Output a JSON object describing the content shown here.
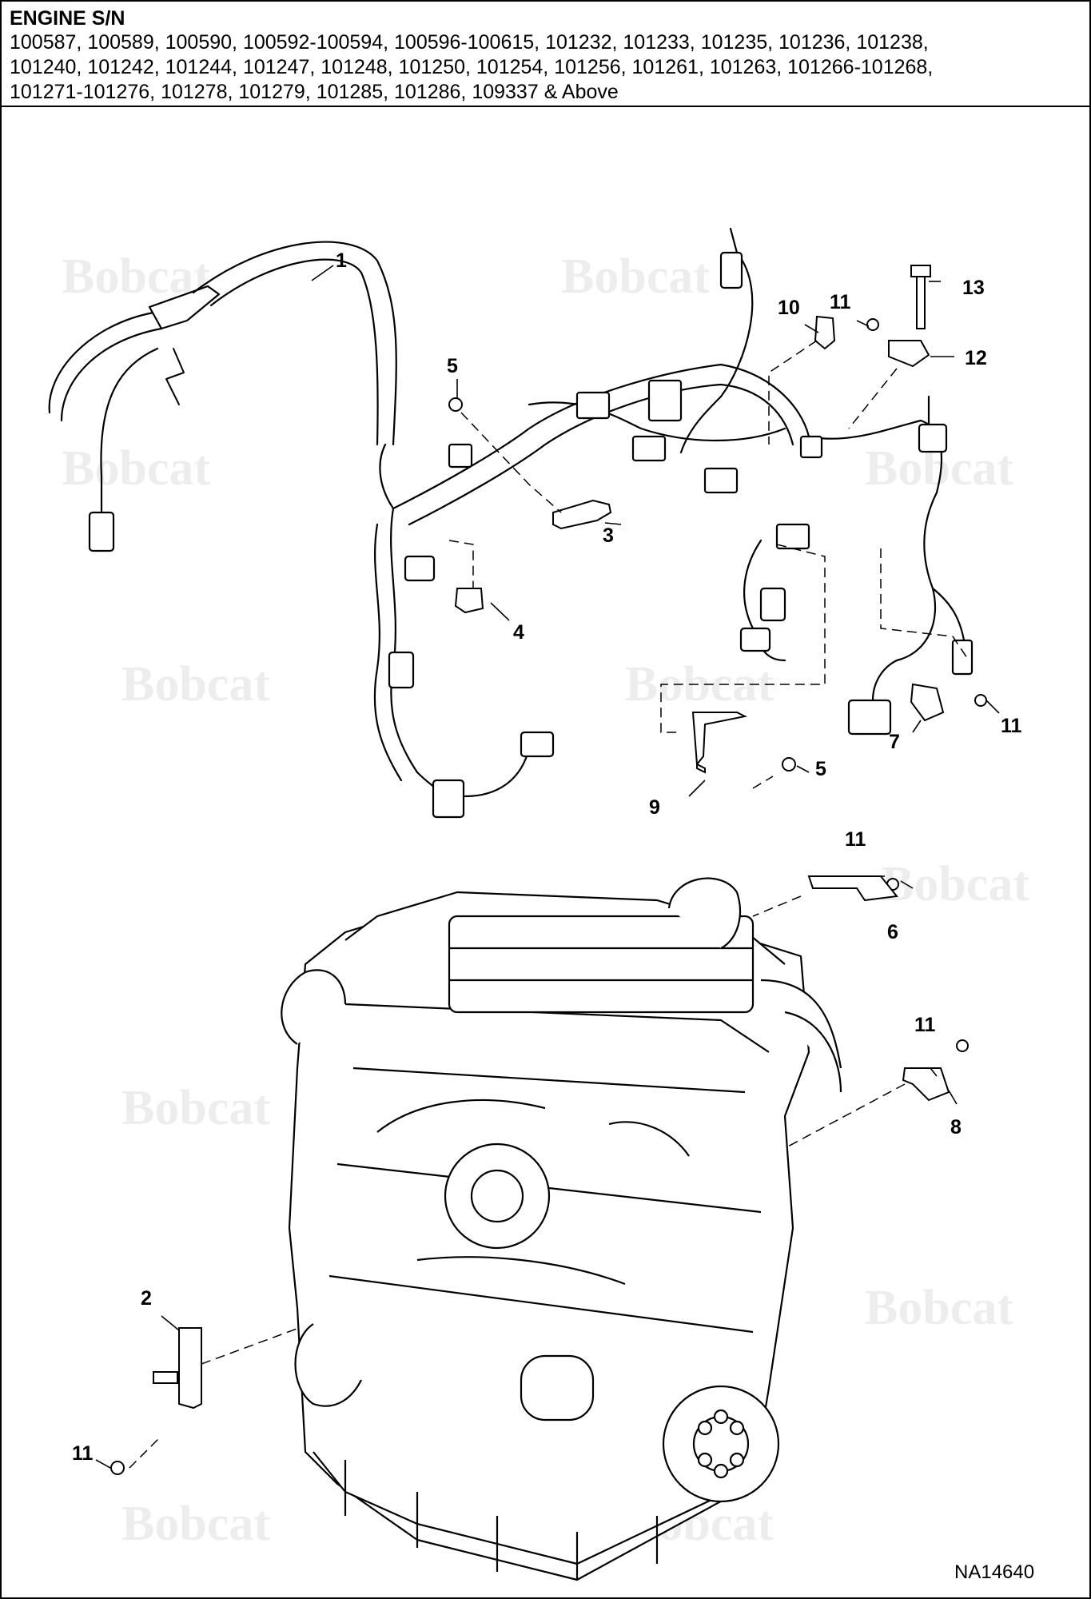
{
  "header": {
    "title": "ENGINE S/N",
    "serial_lines": [
      "100587, 100589, 100590, 100592-100594, 100596-100615, 101232, 101233, 101235, 101236, 101238,",
      "101240, 101242, 101244, 101247, 101248, 101250, 101254, 101256, 101261, 101263, 101266-101268,",
      "101271-101276, 101278, 101279, 101285, 101286, 109337 & Above"
    ]
  },
  "watermark": "Bobcat",
  "figure_id": "NA14640",
  "callouts": {
    "c1": "1",
    "c2": "2",
    "c3": "3",
    "c4": "4",
    "c5a": "5",
    "c5b": "5",
    "c6": "6",
    "c7": "7",
    "c8": "8",
    "c9": "9",
    "c10": "10",
    "c11a": "11",
    "c11b": "11",
    "c11c": "11",
    "c11d": "11",
    "c11e": "11",
    "c12": "12",
    "c13": "13"
  }
}
